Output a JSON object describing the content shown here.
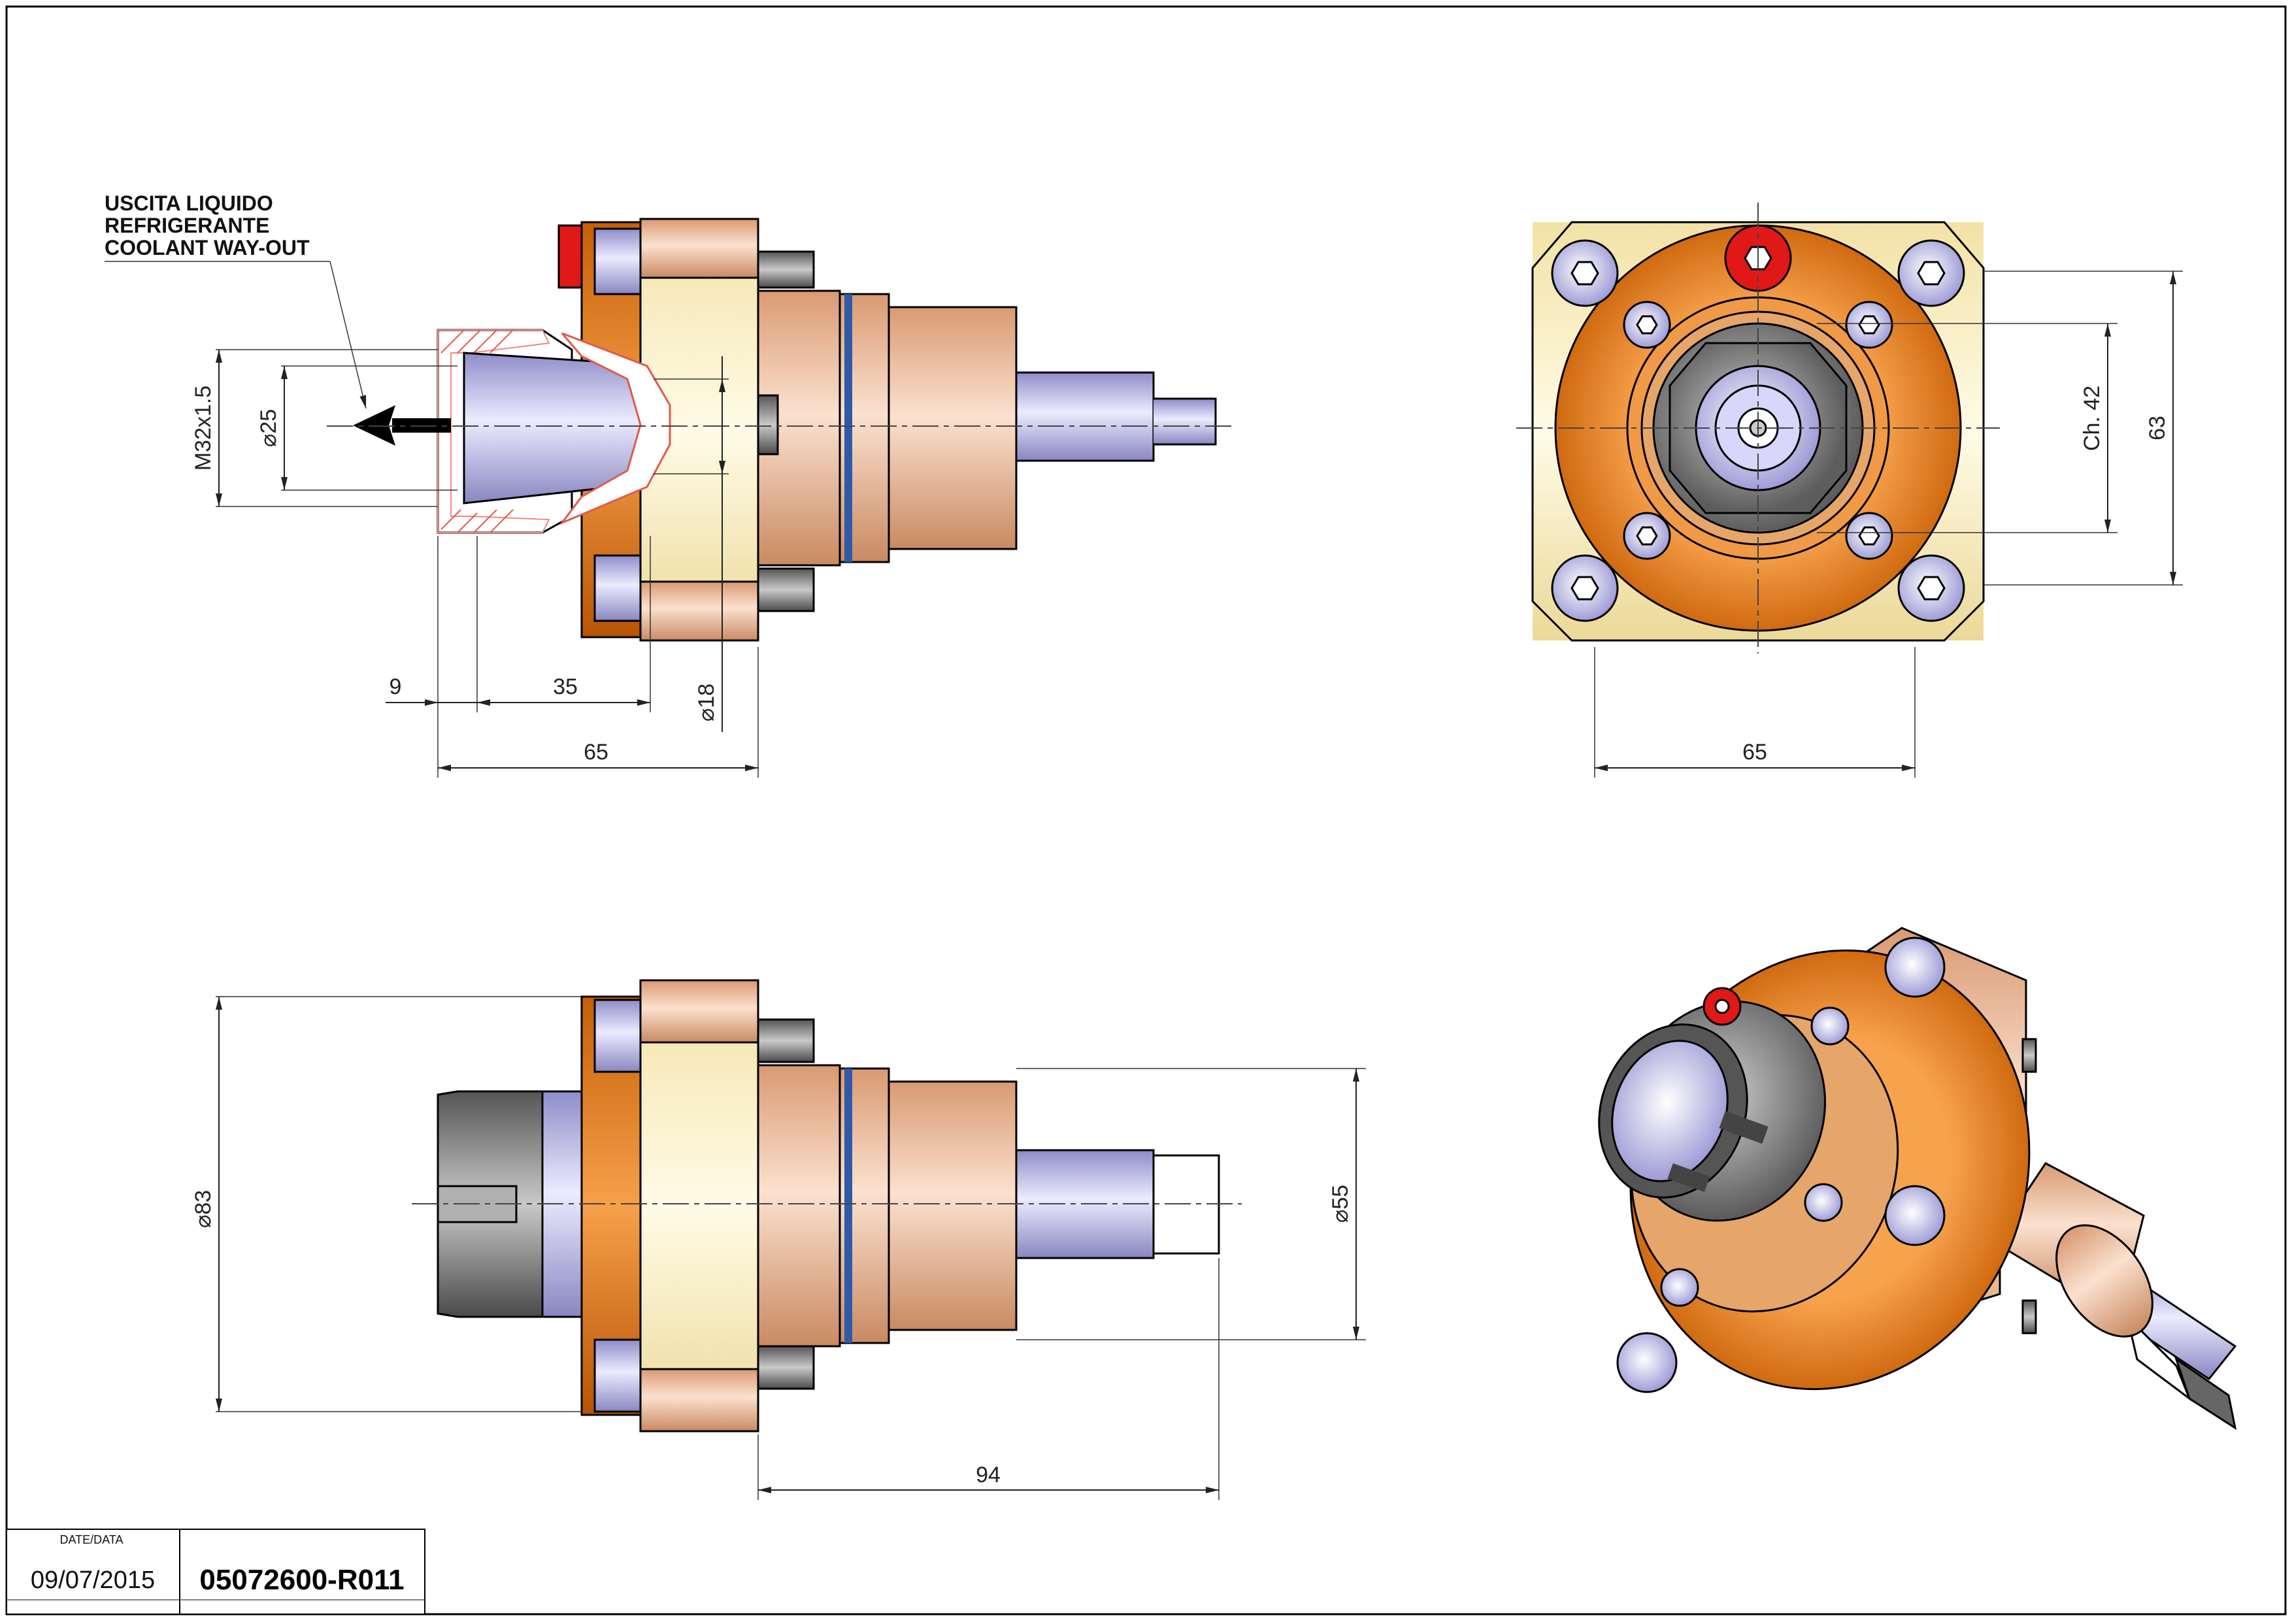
{
  "callout": {
    "line1": "USCITA LIQUIDO",
    "line2": "REFRIGERANTE",
    "line3": "COOLANT WAY-OUT"
  },
  "dimensions": {
    "thread": "M32x1.5",
    "dia_25": "⌀25",
    "dia_18": "⌀18",
    "len_9": "9",
    "len_35": "35",
    "len_65_side": "65",
    "len_65_front": "65",
    "ch_42": "Ch. 42",
    "h_63": "63",
    "dia_83": "⌀83",
    "dia_55": "⌀55",
    "len_94": "94"
  },
  "title_block": {
    "date_label": "DATE/DATA",
    "date": "09/07/2015",
    "code": "05072600-R011"
  },
  "colors": {
    "orange": "#e07b1a",
    "peach": "#e8b08a",
    "cream": "#fbf1c6",
    "lavender": "#b8b6e8",
    "grey": "#8a8a8a",
    "blue_ring": "#2e5aa8",
    "red": "#e01818"
  }
}
